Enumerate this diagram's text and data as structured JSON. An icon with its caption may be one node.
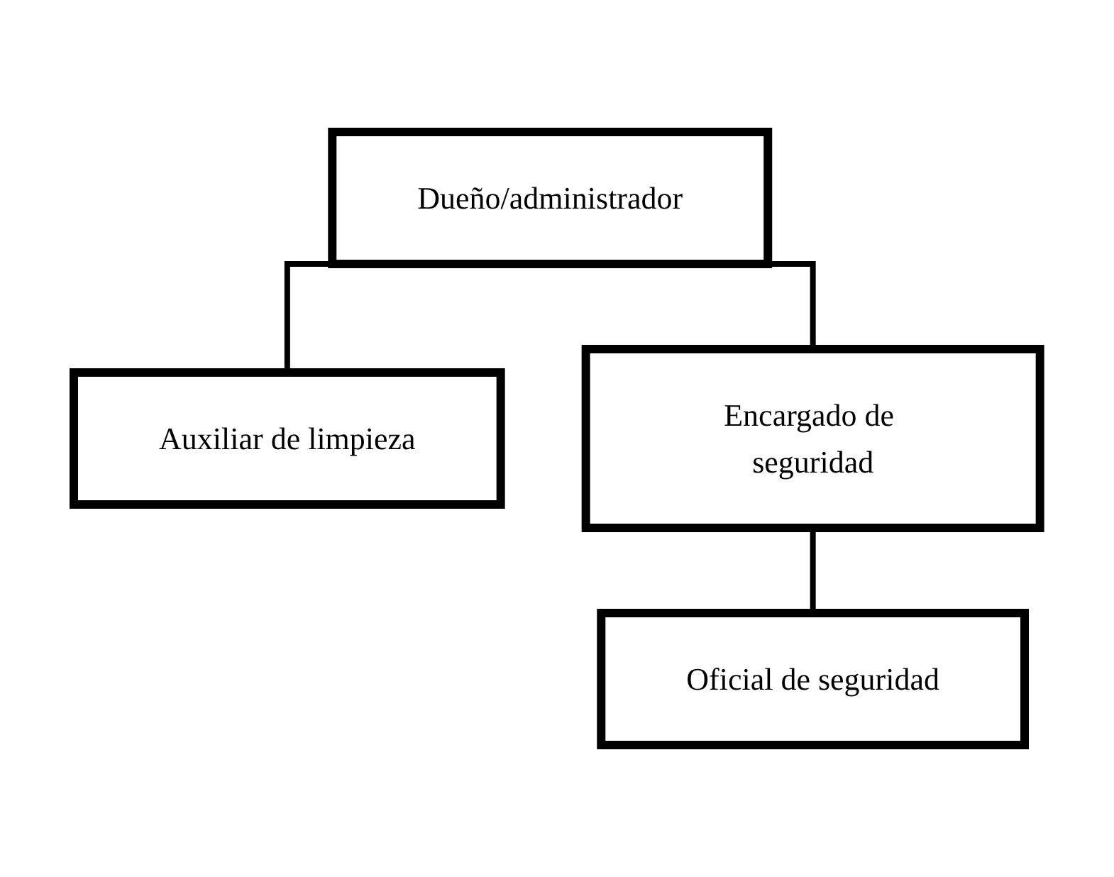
{
  "diagram": {
    "nodes": [
      {
        "text": [
          "Dueño/administrador"
        ]
      },
      {
        "text": [
          "Auxiliar de limpieza"
        ]
      },
      {
        "text": [
          "Encargado de seguridad"
        ]
      },
      {
        "text": [
          "Oficial de seguridad"
        ]
      }
    ],
    "edges": [
      {
        "from": 0,
        "to": 1,
        "arrow": "none"
      },
      {
        "from": 0,
        "to": 2,
        "arrow": "none"
      },
      {
        "from": 2,
        "to": 3,
        "arrow": "none"
      }
    ]
  }
}
